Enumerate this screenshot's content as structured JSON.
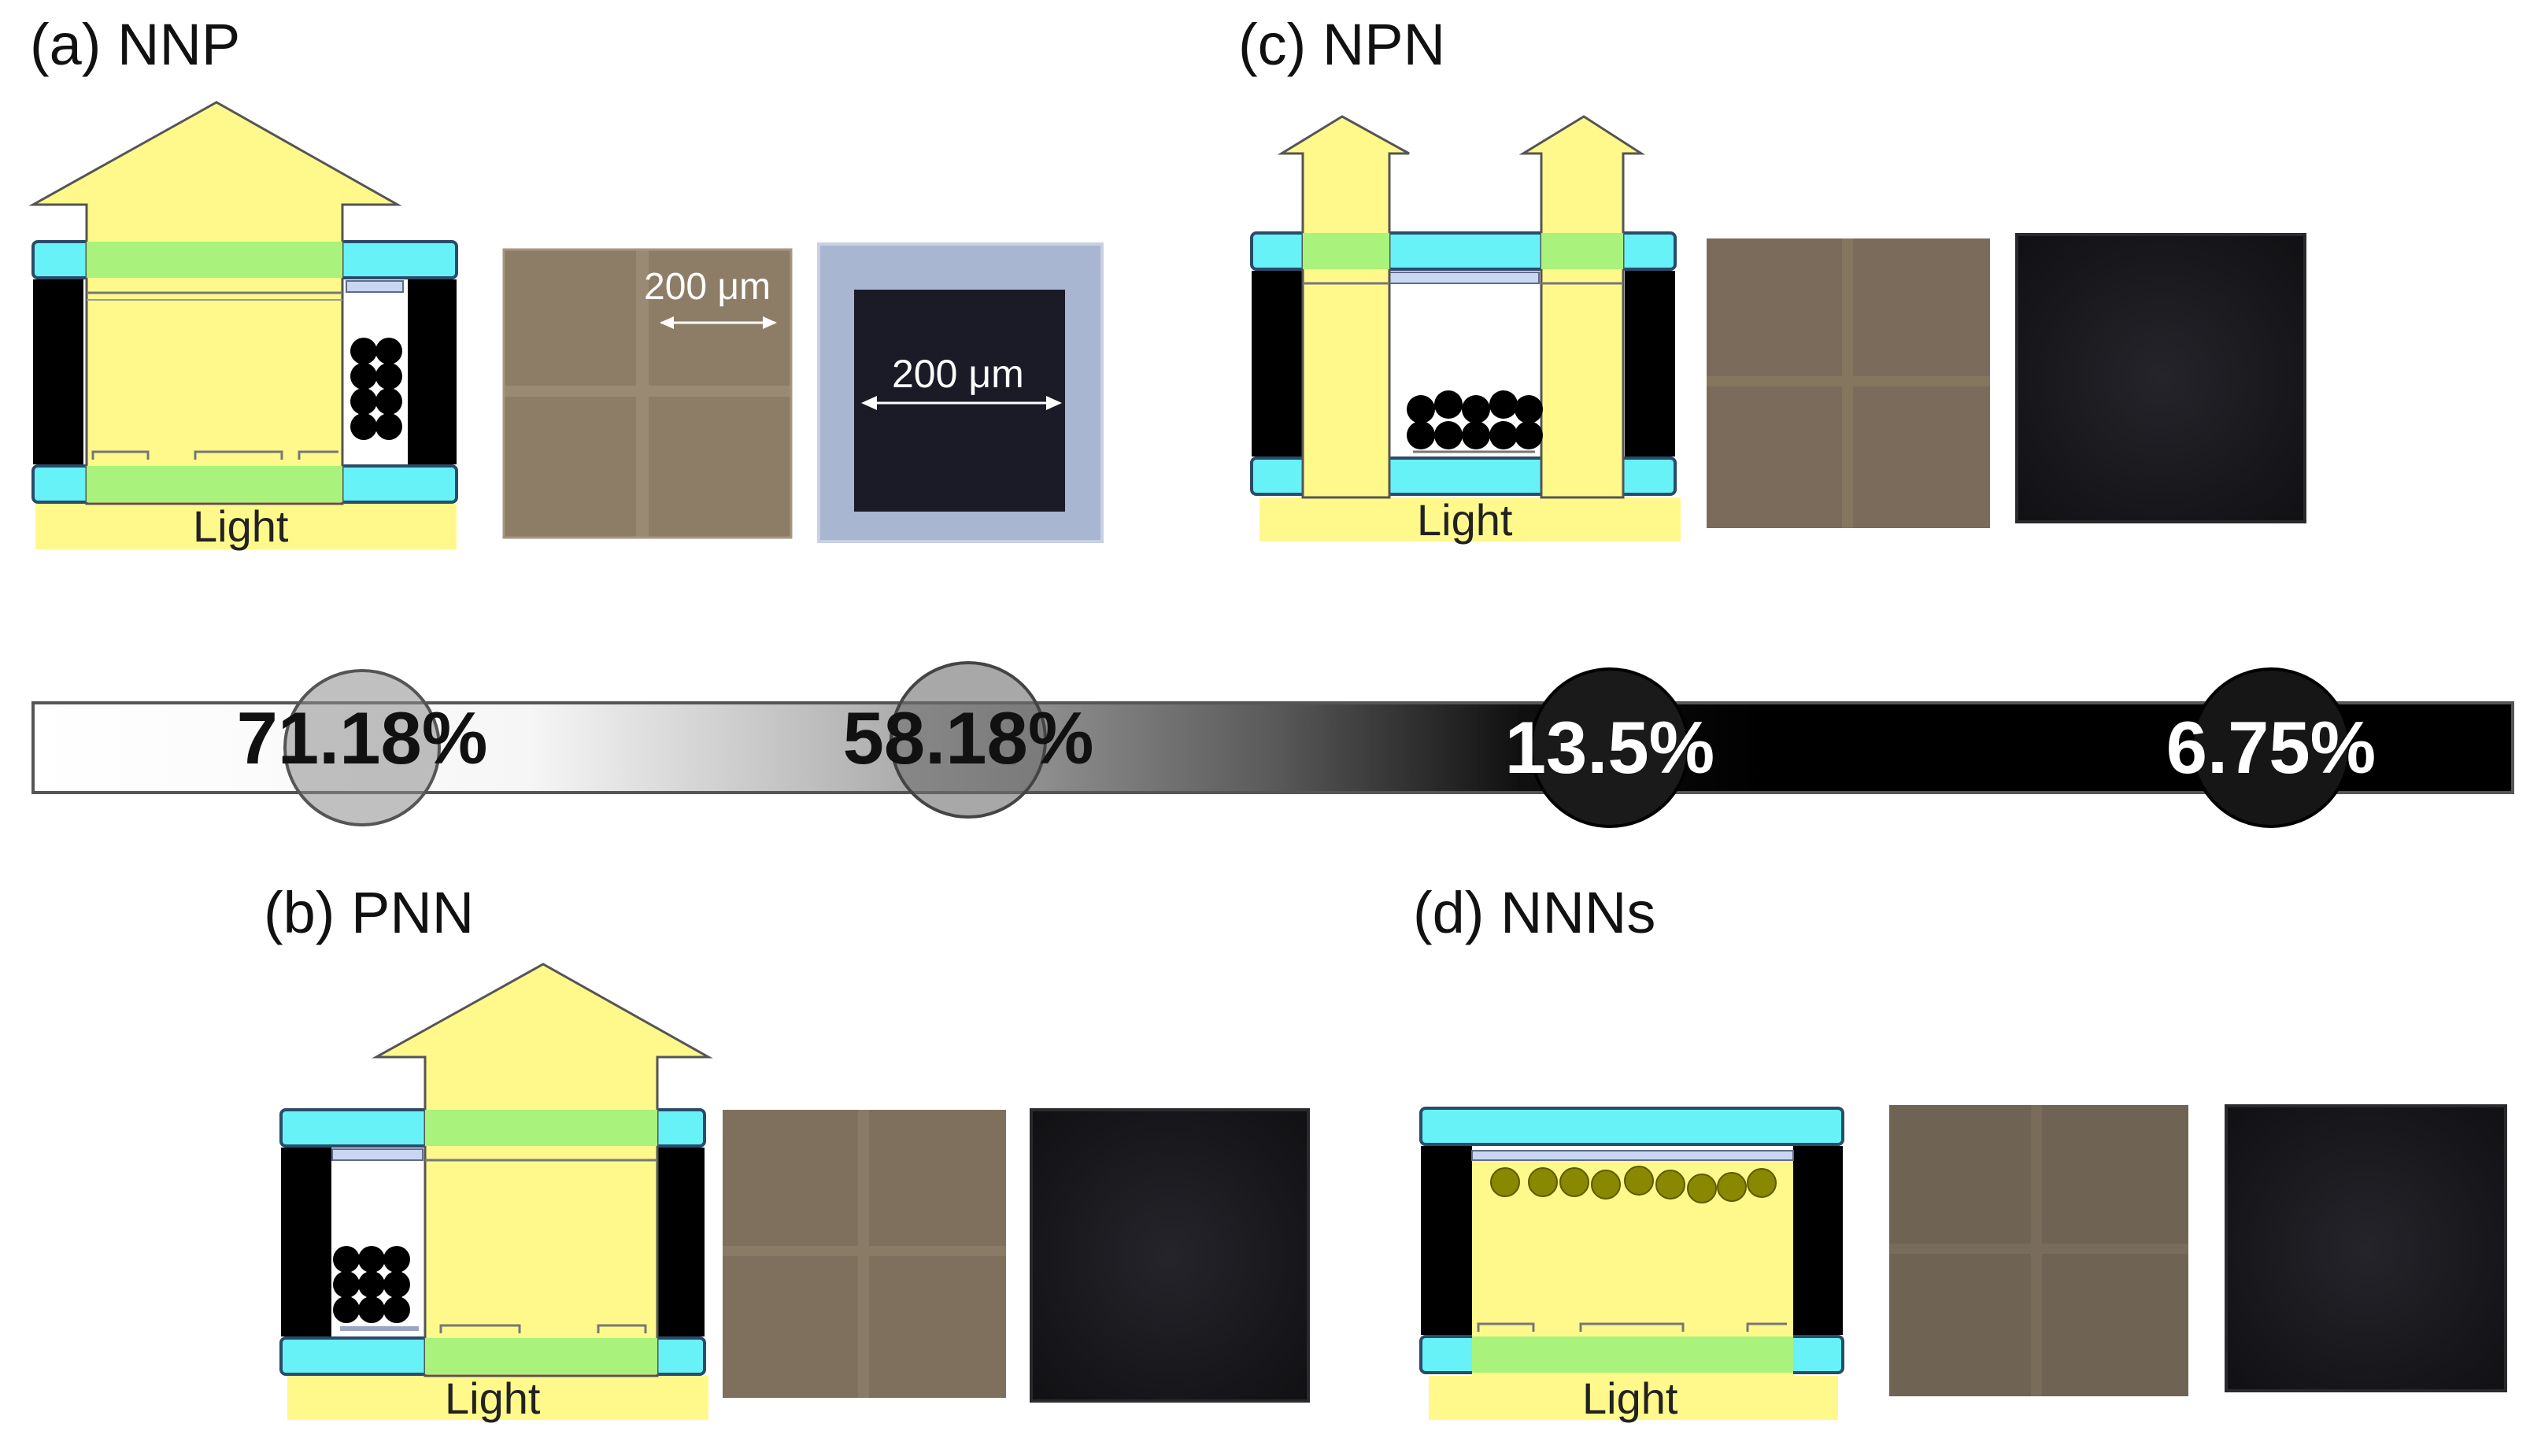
{
  "panels": [
    {
      "key": "a",
      "label": "(a) NNP",
      "light_label": "Light",
      "scale_label": "200 μm",
      "scale_label_2": "200 μm"
    },
    {
      "key": "b",
      "label": "(b) PNN",
      "light_label": "Light"
    },
    {
      "key": "c",
      "label": "(c) NPN",
      "light_label": "Light"
    },
    {
      "key": "d",
      "label": "(d) NNNs",
      "light_label": "Light"
    }
  ],
  "gradient_bar": {
    "markers": [
      {
        "value": 71.18,
        "label": "71.18%"
      },
      {
        "value": 58.18,
        "label": "58.18%"
      },
      {
        "value": 13.5,
        "label": "13.5%"
      },
      {
        "value": 6.75,
        "label": "6.75%"
      }
    ]
  },
  "colors": {
    "glass": "#66f2f7",
    "light": "#fff98c",
    "overlap": "#a9f27c",
    "wall": "#000000",
    "micro_tan": "#8d7d67",
    "micro_dark": "#1b1b1f",
    "micro_blue_frame": "#a9b6d2"
  }
}
